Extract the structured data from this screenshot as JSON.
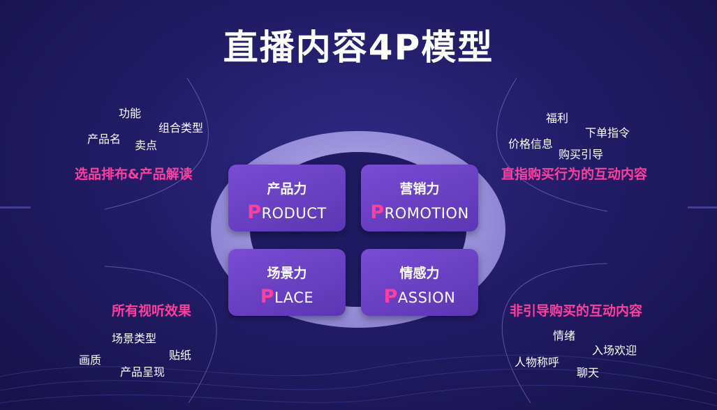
{
  "title": "直播内容4P模型",
  "center": {
    "product": {
      "cn": "产品力",
      "initial": "P",
      "rest": "RODUCT"
    },
    "promotion": {
      "cn": "营销力",
      "initial": "P",
      "rest": "ROMOTION"
    },
    "place": {
      "cn": "场景力",
      "initial": "P",
      "rest": "LACE"
    },
    "passion": {
      "cn": "情感力",
      "initial": "P",
      "rest": "ASSION"
    }
  },
  "top_left": {
    "heading": "选品排布&产品解读",
    "words": [
      "功能",
      "组合类型",
      "产品名",
      "卖点"
    ]
  },
  "top_right": {
    "heading": "直指购买行为的互动内容",
    "words": [
      "福利",
      "下单指令",
      "价格信息",
      "购买引导"
    ]
  },
  "bottom_left": {
    "heading": "所有视听效果",
    "words": [
      "场景类型",
      "贴纸",
      "画质",
      "产品呈现"
    ]
  },
  "bottom_right": {
    "heading": "非引导购买的互动内容",
    "words": [
      "情绪",
      "入场欢迎",
      "人物称呼",
      "聊天"
    ]
  },
  "colors": {
    "background": "#221c66",
    "accent_pink": "#ff3f9e",
    "box_purple": "#6a40c4",
    "ellipse": "#a79ee2"
  }
}
